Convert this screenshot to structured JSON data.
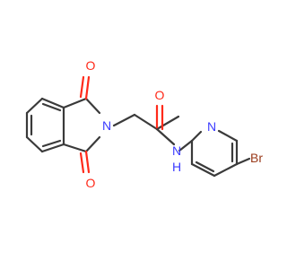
{
  "colors": {
    "bond": "#3a3a3a",
    "O": "#ff2a1a",
    "N": "#3b3bff",
    "Br": "#9a3a1a"
  },
  "atom_labels": {
    "o_top": "O",
    "o_bottom": "O",
    "n_imide": "N",
    "o_amide": "O",
    "nh": "N",
    "h": "H",
    "n_pyridine": "N",
    "br": "Br"
  }
}
